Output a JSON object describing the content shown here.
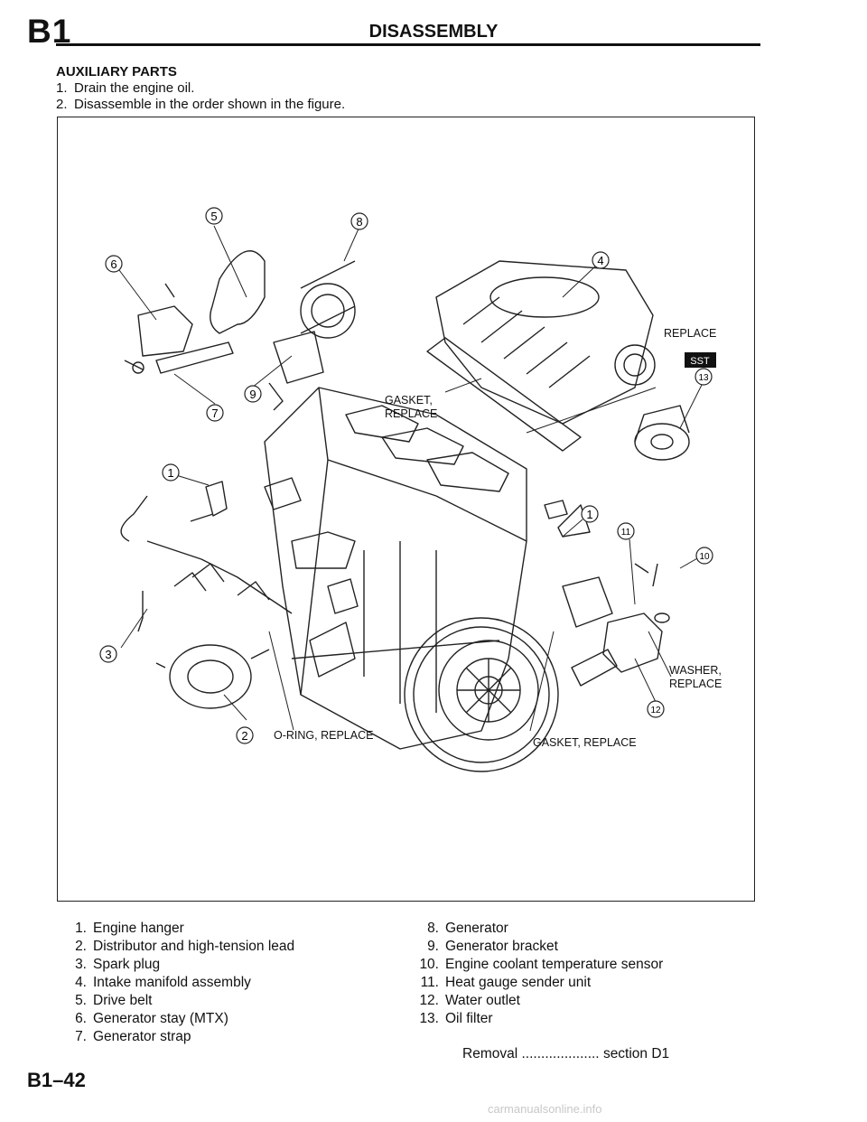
{
  "header": {
    "section_code": "B1",
    "title": "DISASSEMBLY"
  },
  "intro": {
    "subhead": "AUXILIARY PARTS",
    "steps": [
      {
        "num": "1.",
        "text": "Drain the engine oil."
      },
      {
        "num": "2.",
        "text": "Disassemble in the order shown in the figure."
      }
    ]
  },
  "figure": {
    "callouts": [
      "1",
      "2",
      "3",
      "4",
      "5",
      "6",
      "7",
      "8",
      "9",
      "10",
      "11",
      "12",
      "13"
    ],
    "notes": {
      "replace": "REPLACE",
      "sst": "SST",
      "gasket_line1": "GASKET,",
      "gasket_line2": "REPLACE",
      "washer_line1": "WASHER,",
      "washer_line2": "REPLACE",
      "oring": "O-RING, REPLACE",
      "gasket_replace": "GASKET, REPLACE"
    }
  },
  "parts": [
    {
      "num": "1.",
      "name": "Engine hanger"
    },
    {
      "num": "2.",
      "name": "Distributor and high-tension lead"
    },
    {
      "num": "3.",
      "name": "Spark plug"
    },
    {
      "num": "4.",
      "name": "Intake manifold assembly"
    },
    {
      "num": "5.",
      "name": "Drive belt"
    },
    {
      "num": "6.",
      "name": "Generator stay (MTX)"
    },
    {
      "num": "7.",
      "name": "Generator strap"
    },
    {
      "num": "8.",
      "name": "Generator"
    },
    {
      "num": "9.",
      "name": "Generator bracket"
    },
    {
      "num": "10.",
      "name": "Engine coolant temperature sensor"
    },
    {
      "num": "11.",
      "name": "Heat gauge sender unit"
    },
    {
      "num": "12.",
      "name": "Water outlet"
    },
    {
      "num": "13.",
      "name": "Oil filter"
    }
  ],
  "removal": {
    "label": "Removal",
    "leader": "....................",
    "ref": "section D1"
  },
  "footer": {
    "page_number": "B1–42",
    "watermark": "carmanualsonline.info"
  }
}
